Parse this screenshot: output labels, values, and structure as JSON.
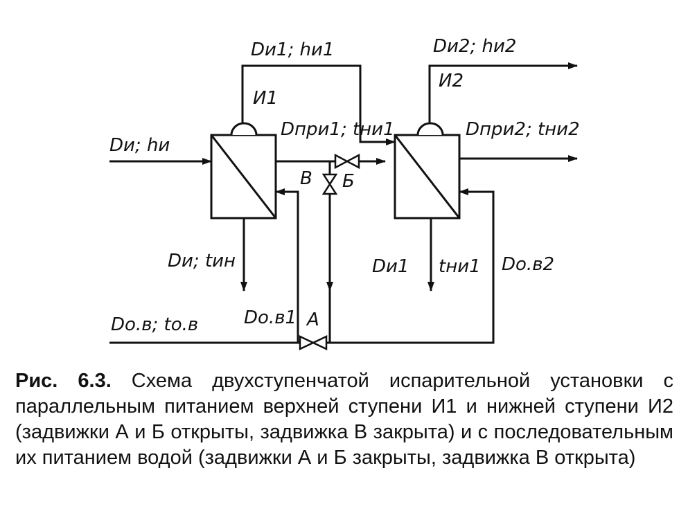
{
  "figure": {
    "labels": {
      "D_i_h_i": "Dи; hи",
      "D_i1_h_i1": "Dи1; hи1",
      "D_i2_h_i2": "Dи2; hи2",
      "I1": "И1",
      "I2": "И2",
      "D_pr_i1_t_i1": "Dпри1; tни1",
      "D_pr_i2_t_i2": "Dпри2; tни2",
      "D_i_t_in": "Dи; tин",
      "D_ov_t_ov": "Dо.в; tо.в",
      "D_ov1": "Dо.в1",
      "D_ov2": "Dо.в2",
      "D_i1": "Dи1",
      "t_i1": "tни1",
      "valve_A": "А",
      "valve_B": "Б",
      "valve_V": "В"
    }
  },
  "caption": {
    "number": "Рис. 6.3.",
    "text": "Схема двухступенчатой испарительной установки с параллельным питанием верхней ступени И1 и нижней ступени И2 (задвижки А и Б открыты, задвижка В закрыта) и с последовательным их питанием водой (задвижки А и Б закрыты, задвижка В открыта)"
  }
}
